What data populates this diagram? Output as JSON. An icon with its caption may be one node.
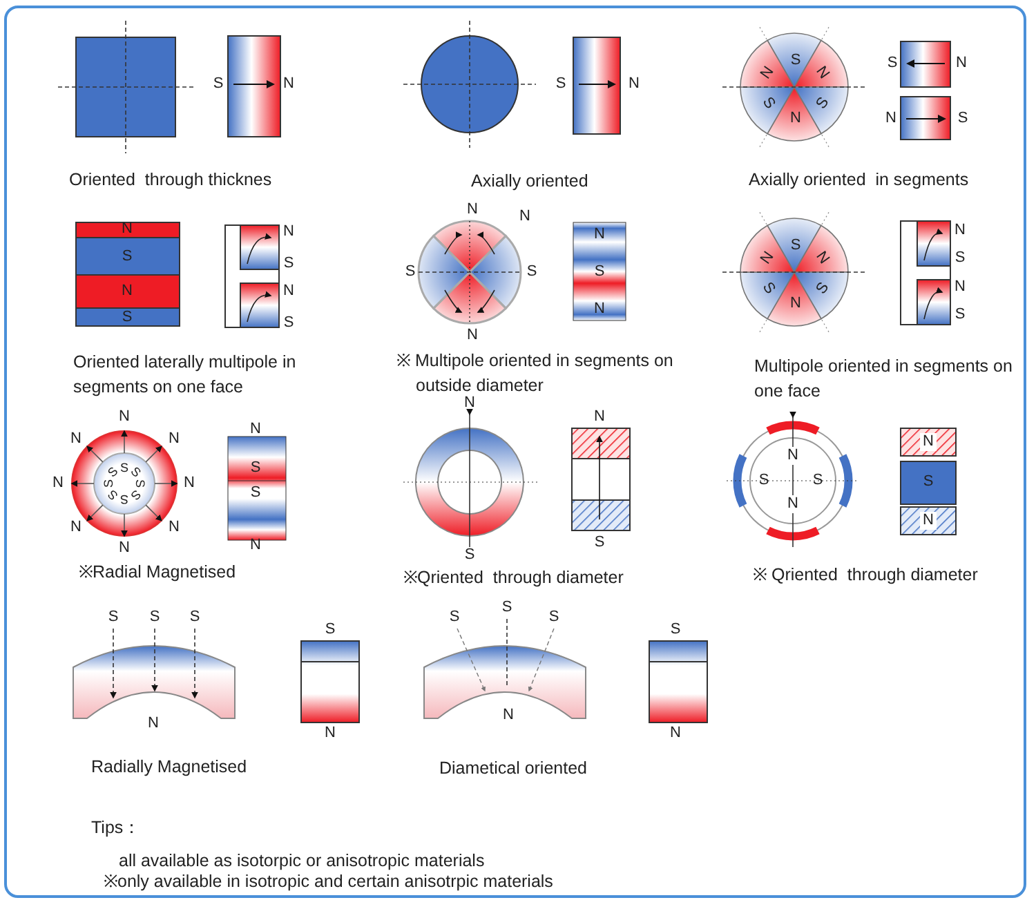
{
  "diagram": {
    "labels": [
      "S",
      "N",
      "Oriented  through thicknes",
      "S",
      "N",
      "Axially oriented",
      "S",
      "N",
      "N",
      "S",
      "S",
      "N",
      "S",
      "N",
      "N",
      "S",
      "Axially oriented  in segments",
      "N",
      "S",
      "N",
      "S",
      "N",
      "S",
      "N",
      "S",
      "Oriented laterally multipole in segments on one face",
      "N",
      "N",
      "S",
      "S",
      "N",
      "N",
      "S",
      "N",
      "※ Multipole oriented in segments on outside diameter",
      "S",
      "N",
      "N",
      "S",
      "S",
      "N",
      "N",
      "S",
      "N",
      "S",
      "Multipole oriented in segments on one face",
      "N",
      "N",
      "N",
      "N",
      "N",
      "N",
      "N",
      "N",
      "S",
      "S",
      "S",
      "S",
      "S",
      "S",
      "S",
      "S",
      "N",
      "S",
      "S",
      "N",
      "※Radial Magnetised",
      "N",
      "S",
      "N",
      "S",
      "※Qriented  through diameter",
      "N",
      "S",
      "S",
      "N",
      "N",
      "S",
      "N",
      "※ Qriented  through diameter",
      "S",
      "S",
      "S",
      "N",
      "S",
      "N",
      "Radially Magnetised",
      "S",
      "S",
      "S",
      "N",
      "S",
      "N",
      "Diametical oriented",
      "Tips：",
      "all available as isotorpic or anisotropic materials",
      "※only available in isotropic and certain anisotrpic materials"
    ]
  }
}
